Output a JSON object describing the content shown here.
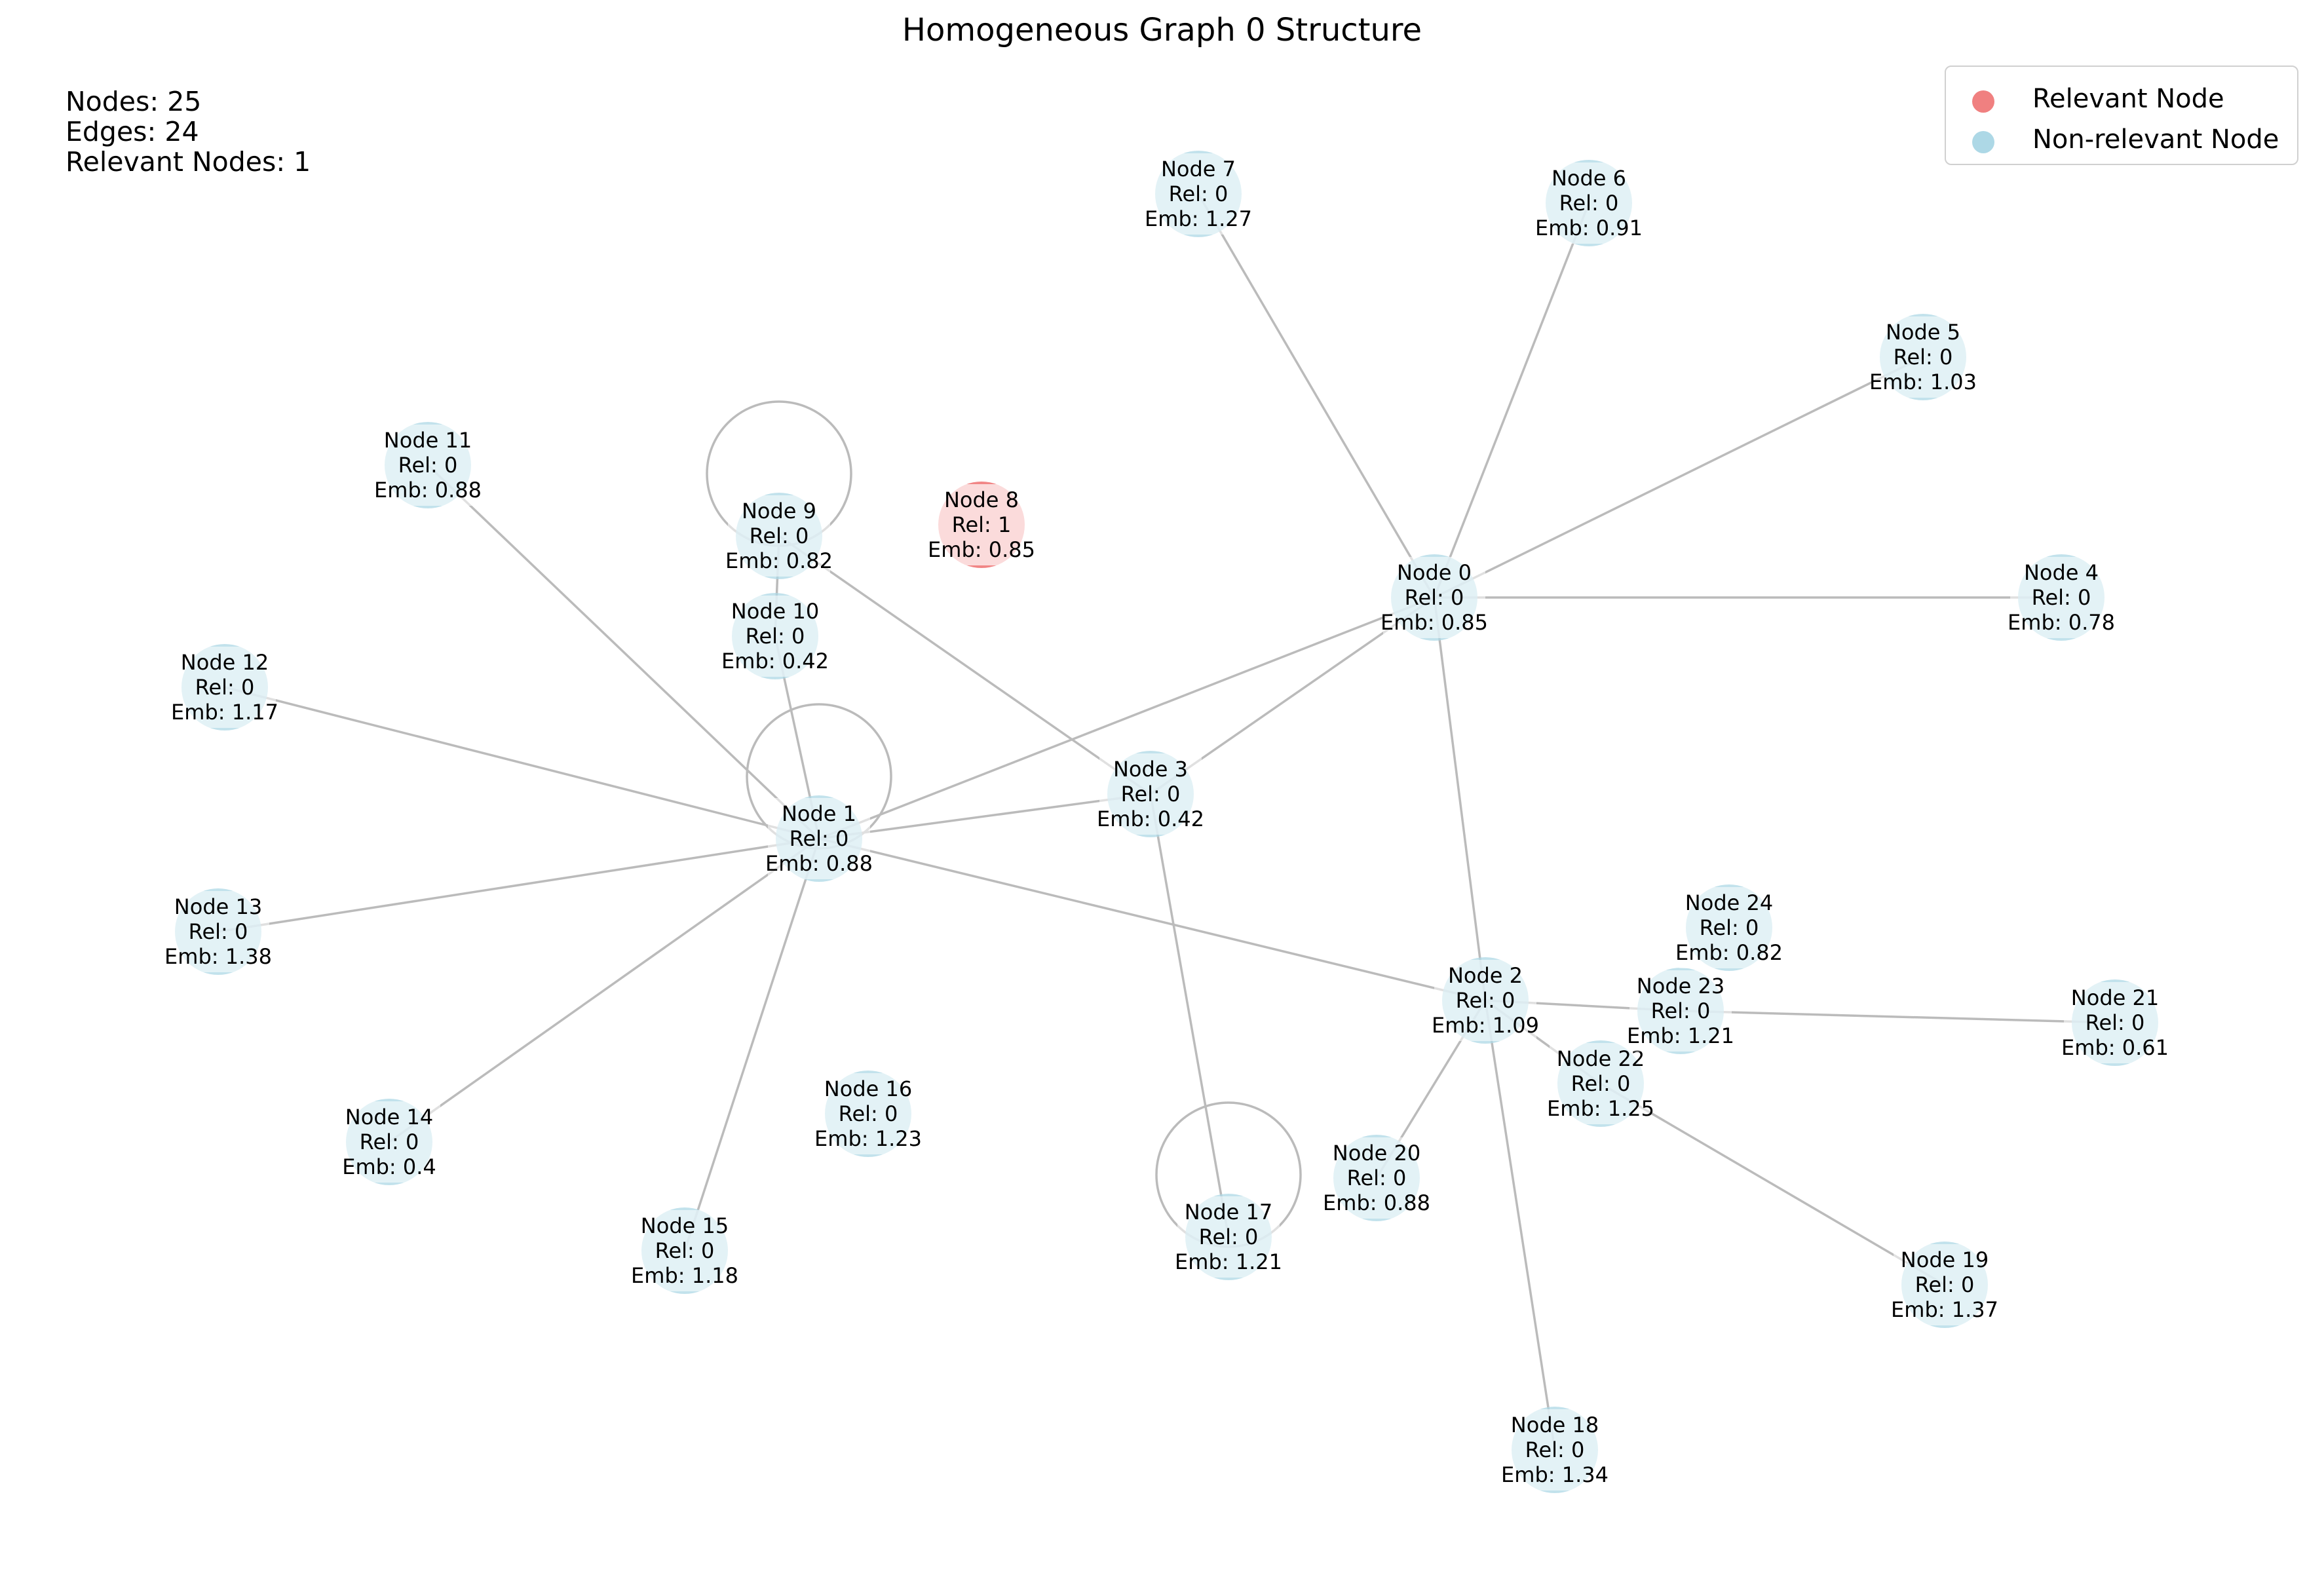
{
  "title": "Homogeneous Graph 0 Structure",
  "stats": {
    "nodes": "Nodes: 25",
    "edges": "Edges: 24",
    "relevant": "Relevant Nodes: 1"
  },
  "legend": [
    {
      "label": "Relevant Node",
      "color": "#f08080"
    },
    {
      "label": "Non-relevant Node",
      "color": "#add8e6"
    }
  ],
  "colors": {
    "relevant": "#f08080",
    "non_relevant": "#add8e6",
    "edge": "#bbbbbb"
  },
  "graph": {
    "nodes": [
      {
        "id": 0,
        "name": "Node 0",
        "rel": "Rel: 0",
        "emb": "Emb: 0.85",
        "relevant": false
      },
      {
        "id": 1,
        "name": "Node 1",
        "rel": "Rel: 0",
        "emb": "Emb: 0.88",
        "relevant": false
      },
      {
        "id": 2,
        "name": "Node 2",
        "rel": "Rel: 0",
        "emb": "Emb: 1.09",
        "relevant": false
      },
      {
        "id": 3,
        "name": "Node 3",
        "rel": "Rel: 0",
        "emb": "Emb: 0.42",
        "relevant": false
      },
      {
        "id": 4,
        "name": "Node 4",
        "rel": "Rel: 0",
        "emb": "Emb: 0.78",
        "relevant": false
      },
      {
        "id": 5,
        "name": "Node 5",
        "rel": "Rel: 0",
        "emb": "Emb: 1.03",
        "relevant": false
      },
      {
        "id": 6,
        "name": "Node 6",
        "rel": "Rel: 0",
        "emb": "Emb: 0.91",
        "relevant": false
      },
      {
        "id": 7,
        "name": "Node 7",
        "rel": "Rel: 0",
        "emb": "Emb: 1.27",
        "relevant": false
      },
      {
        "id": 8,
        "name": "Node 8",
        "rel": "Rel: 1",
        "emb": "Emb: 0.85",
        "relevant": true
      },
      {
        "id": 9,
        "name": "Node 9",
        "rel": "Rel: 0",
        "emb": "Emb: 0.82",
        "relevant": false
      },
      {
        "id": 10,
        "name": "Node 10",
        "rel": "Rel: 0",
        "emb": "Emb: 0.42",
        "relevant": false
      },
      {
        "id": 11,
        "name": "Node 11",
        "rel": "Rel: 0",
        "emb": "Emb: 0.88",
        "relevant": false
      },
      {
        "id": 12,
        "name": "Node 12",
        "rel": "Rel: 0",
        "emb": "Emb: 1.17",
        "relevant": false
      },
      {
        "id": 13,
        "name": "Node 13",
        "rel": "Rel: 0",
        "emb": "Emb: 1.38",
        "relevant": false
      },
      {
        "id": 14,
        "name": "Node 14",
        "rel": "Rel: 0",
        "emb": "Emb: 0.4",
        "relevant": false
      },
      {
        "id": 15,
        "name": "Node 15",
        "rel": "Rel: 0",
        "emb": "Emb: 1.18",
        "relevant": false
      },
      {
        "id": 16,
        "name": "Node 16",
        "rel": "Rel: 0",
        "emb": "Emb: 1.23",
        "relevant": false
      },
      {
        "id": 17,
        "name": "Node 17",
        "rel": "Rel: 0",
        "emb": "Emb: 1.21",
        "relevant": false
      },
      {
        "id": 18,
        "name": "Node 18",
        "rel": "Rel: 0",
        "emb": "Emb: 1.34",
        "relevant": false
      },
      {
        "id": 19,
        "name": "Node 19",
        "rel": "Rel: 0",
        "emb": "Emb: 1.37",
        "relevant": false
      },
      {
        "id": 20,
        "name": "Node 20",
        "rel": "Rel: 0",
        "emb": "Emb: 0.88",
        "relevant": false
      },
      {
        "id": 21,
        "name": "Node 21",
        "rel": "Rel: 0",
        "emb": "Emb: 0.61",
        "relevant": false
      },
      {
        "id": 22,
        "name": "Node 22",
        "rel": "Rel: 0",
        "emb": "Emb: 1.25",
        "relevant": false
      },
      {
        "id": 23,
        "name": "Node 23",
        "rel": "Rel: 0",
        "emb": "Emb: 1.21",
        "relevant": false
      },
      {
        "id": 24,
        "name": "Node 24",
        "rel": "Rel: 0",
        "emb": "Emb: 0.82",
        "relevant": false
      }
    ],
    "edges": [
      [
        0,
        7
      ],
      [
        0,
        6
      ],
      [
        0,
        5
      ],
      [
        0,
        4
      ],
      [
        0,
        1
      ],
      [
        0,
        3
      ],
      [
        0,
        2
      ],
      [
        1,
        11
      ],
      [
        1,
        12
      ],
      [
        1,
        13
      ],
      [
        1,
        14
      ],
      [
        1,
        15
      ],
      [
        1,
        10
      ],
      [
        1,
        3
      ],
      [
        1,
        2
      ],
      [
        1,
        1
      ],
      [
        9,
        9
      ],
      [
        9,
        10
      ],
      [
        9,
        3
      ],
      [
        3,
        17
      ],
      [
        17,
        17
      ],
      [
        2,
        23
      ],
      [
        23,
        21
      ],
      [
        2,
        22
      ],
      [
        22,
        19
      ],
      [
        2,
        20
      ],
      [
        2,
        18
      ]
    ]
  }
}
